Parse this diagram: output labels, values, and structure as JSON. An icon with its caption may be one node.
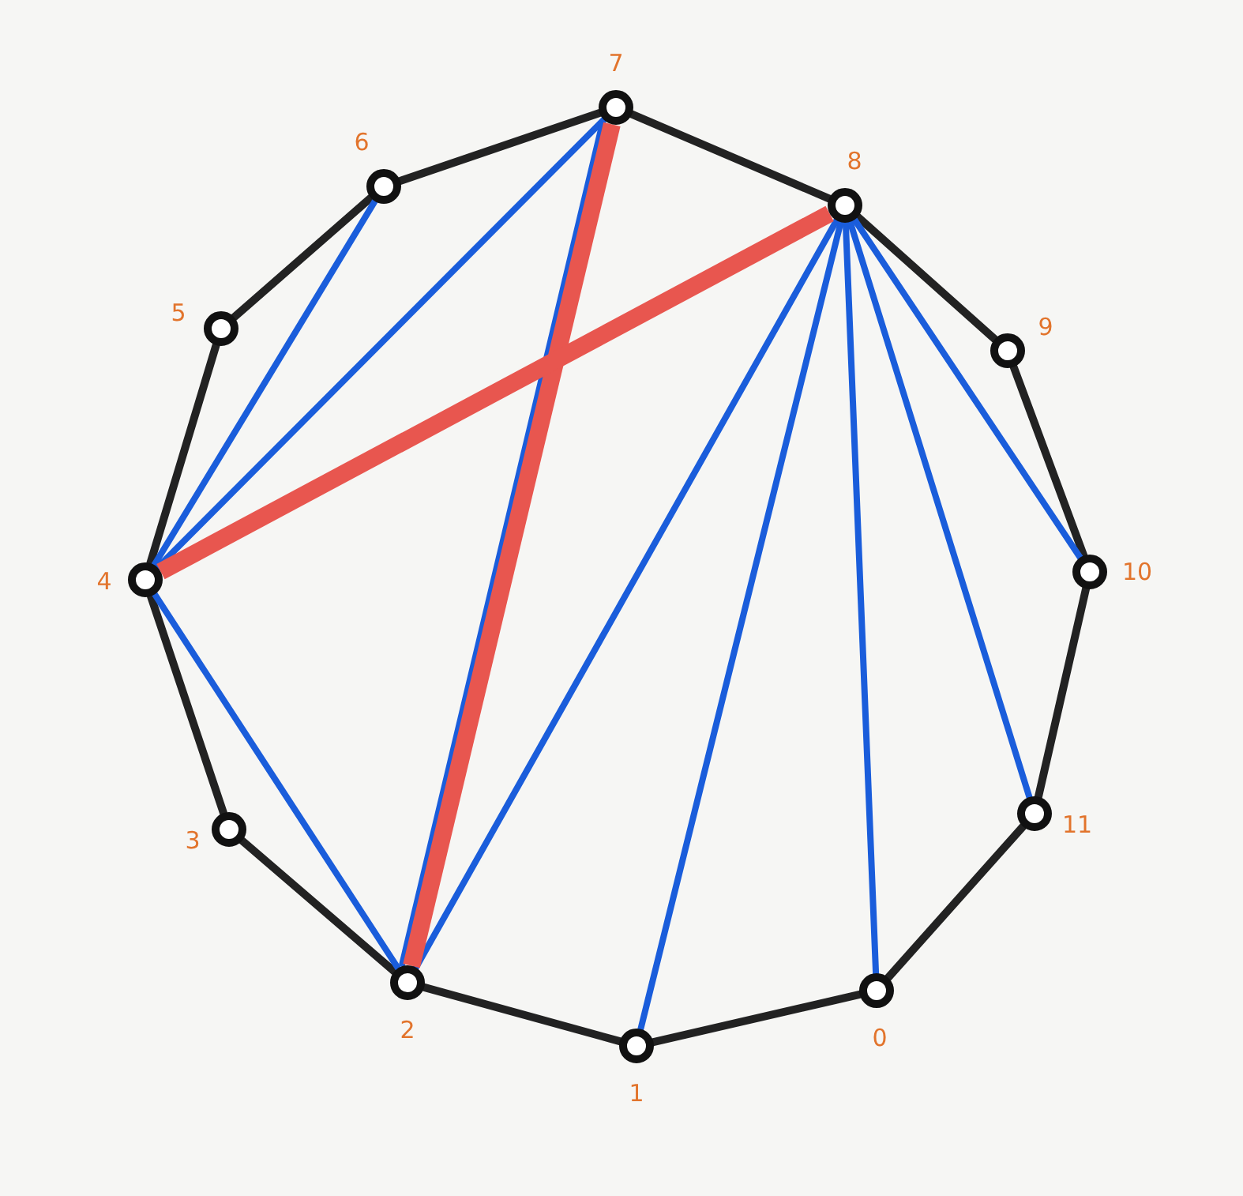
{
  "diagram": {
    "nodes": [
      {
        "text": [],
        "shape": "circle",
        "beside": [
          "0"
        ]
      },
      {
        "text": [],
        "shape": "circle",
        "beside": [
          "1"
        ]
      },
      {
        "text": [],
        "shape": "circle",
        "beside": [
          "2"
        ]
      },
      {
        "text": [],
        "shape": "circle",
        "beside": [
          "3"
        ]
      },
      {
        "text": [],
        "shape": "circle",
        "beside": [
          "4"
        ]
      },
      {
        "text": [],
        "shape": "circle",
        "beside": [
          "5"
        ]
      },
      {
        "text": [],
        "shape": "circle",
        "beside": [
          "6"
        ]
      },
      {
        "text": [],
        "shape": "circle",
        "beside": [
          "7"
        ]
      },
      {
        "text": [],
        "shape": "circle",
        "beside": [
          "8"
        ]
      },
      {
        "text": [],
        "shape": "circle",
        "beside": [
          "9"
        ]
      },
      {
        "text": [],
        "shape": "circle",
        "beside": [
          "10"
        ]
      },
      {
        "text": [],
        "shape": "circle",
        "beside": [
          "11"
        ]
      }
    ],
    "edges": [
      {
        "from": 7,
        "to": 8,
        "arrow": "none"
      },
      {
        "from": 8,
        "to": 9,
        "arrow": "none"
      },
      {
        "from": 9,
        "to": 10,
        "arrow": "none"
      },
      {
        "from": 10,
        "to": 11,
        "arrow": "none"
      },
      {
        "from": 11,
        "to": 0,
        "arrow": "none"
      },
      {
        "from": 0,
        "to": 1,
        "arrow": "none"
      },
      {
        "from": 1,
        "to": 2,
        "arrow": "none"
      },
      {
        "from": 2,
        "to": 3,
        "arrow": "none"
      },
      {
        "from": 3,
        "to": 4,
        "arrow": "none"
      },
      {
        "from": 4,
        "to": 5,
        "arrow": "none"
      },
      {
        "from": 5,
        "to": 6,
        "arrow": "none"
      },
      {
        "from": 6,
        "to": 7,
        "arrow": "none"
      },
      {
        "from": 4,
        "to": 6,
        "arrow": "none",
        "color": "#1a5ddb"
      },
      {
        "from": 4,
        "to": 7,
        "arrow": "none",
        "color": "#1a5ddb"
      },
      {
        "from": 4,
        "to": 2,
        "arrow": "none",
        "color": "#1a5ddb"
      },
      {
        "from": 7,
        "to": 2,
        "arrow": "none",
        "color": "#1a5ddb"
      },
      {
        "from": 8,
        "to": 2,
        "arrow": "none",
        "color": "#1a5ddb"
      },
      {
        "from": 8,
        "to": 1,
        "arrow": "none",
        "color": "#1a5ddb"
      },
      {
        "from": 8,
        "to": 0,
        "arrow": "none",
        "color": "#1a5ddb"
      },
      {
        "from": 8,
        "to": 11,
        "arrow": "none",
        "color": "#1a5ddb"
      },
      {
        "from": 8,
        "to": 10,
        "arrow": "none",
        "color": "#1a5ddb"
      },
      {
        "from": 7,
        "to": 2,
        "arrow": "none",
        "style": "thick",
        "color": "#e8564f"
      },
      {
        "from": 8,
        "to": 4,
        "arrow": "none",
        "style": "thick",
        "color": "#e8564f"
      }
    ]
  }
}
